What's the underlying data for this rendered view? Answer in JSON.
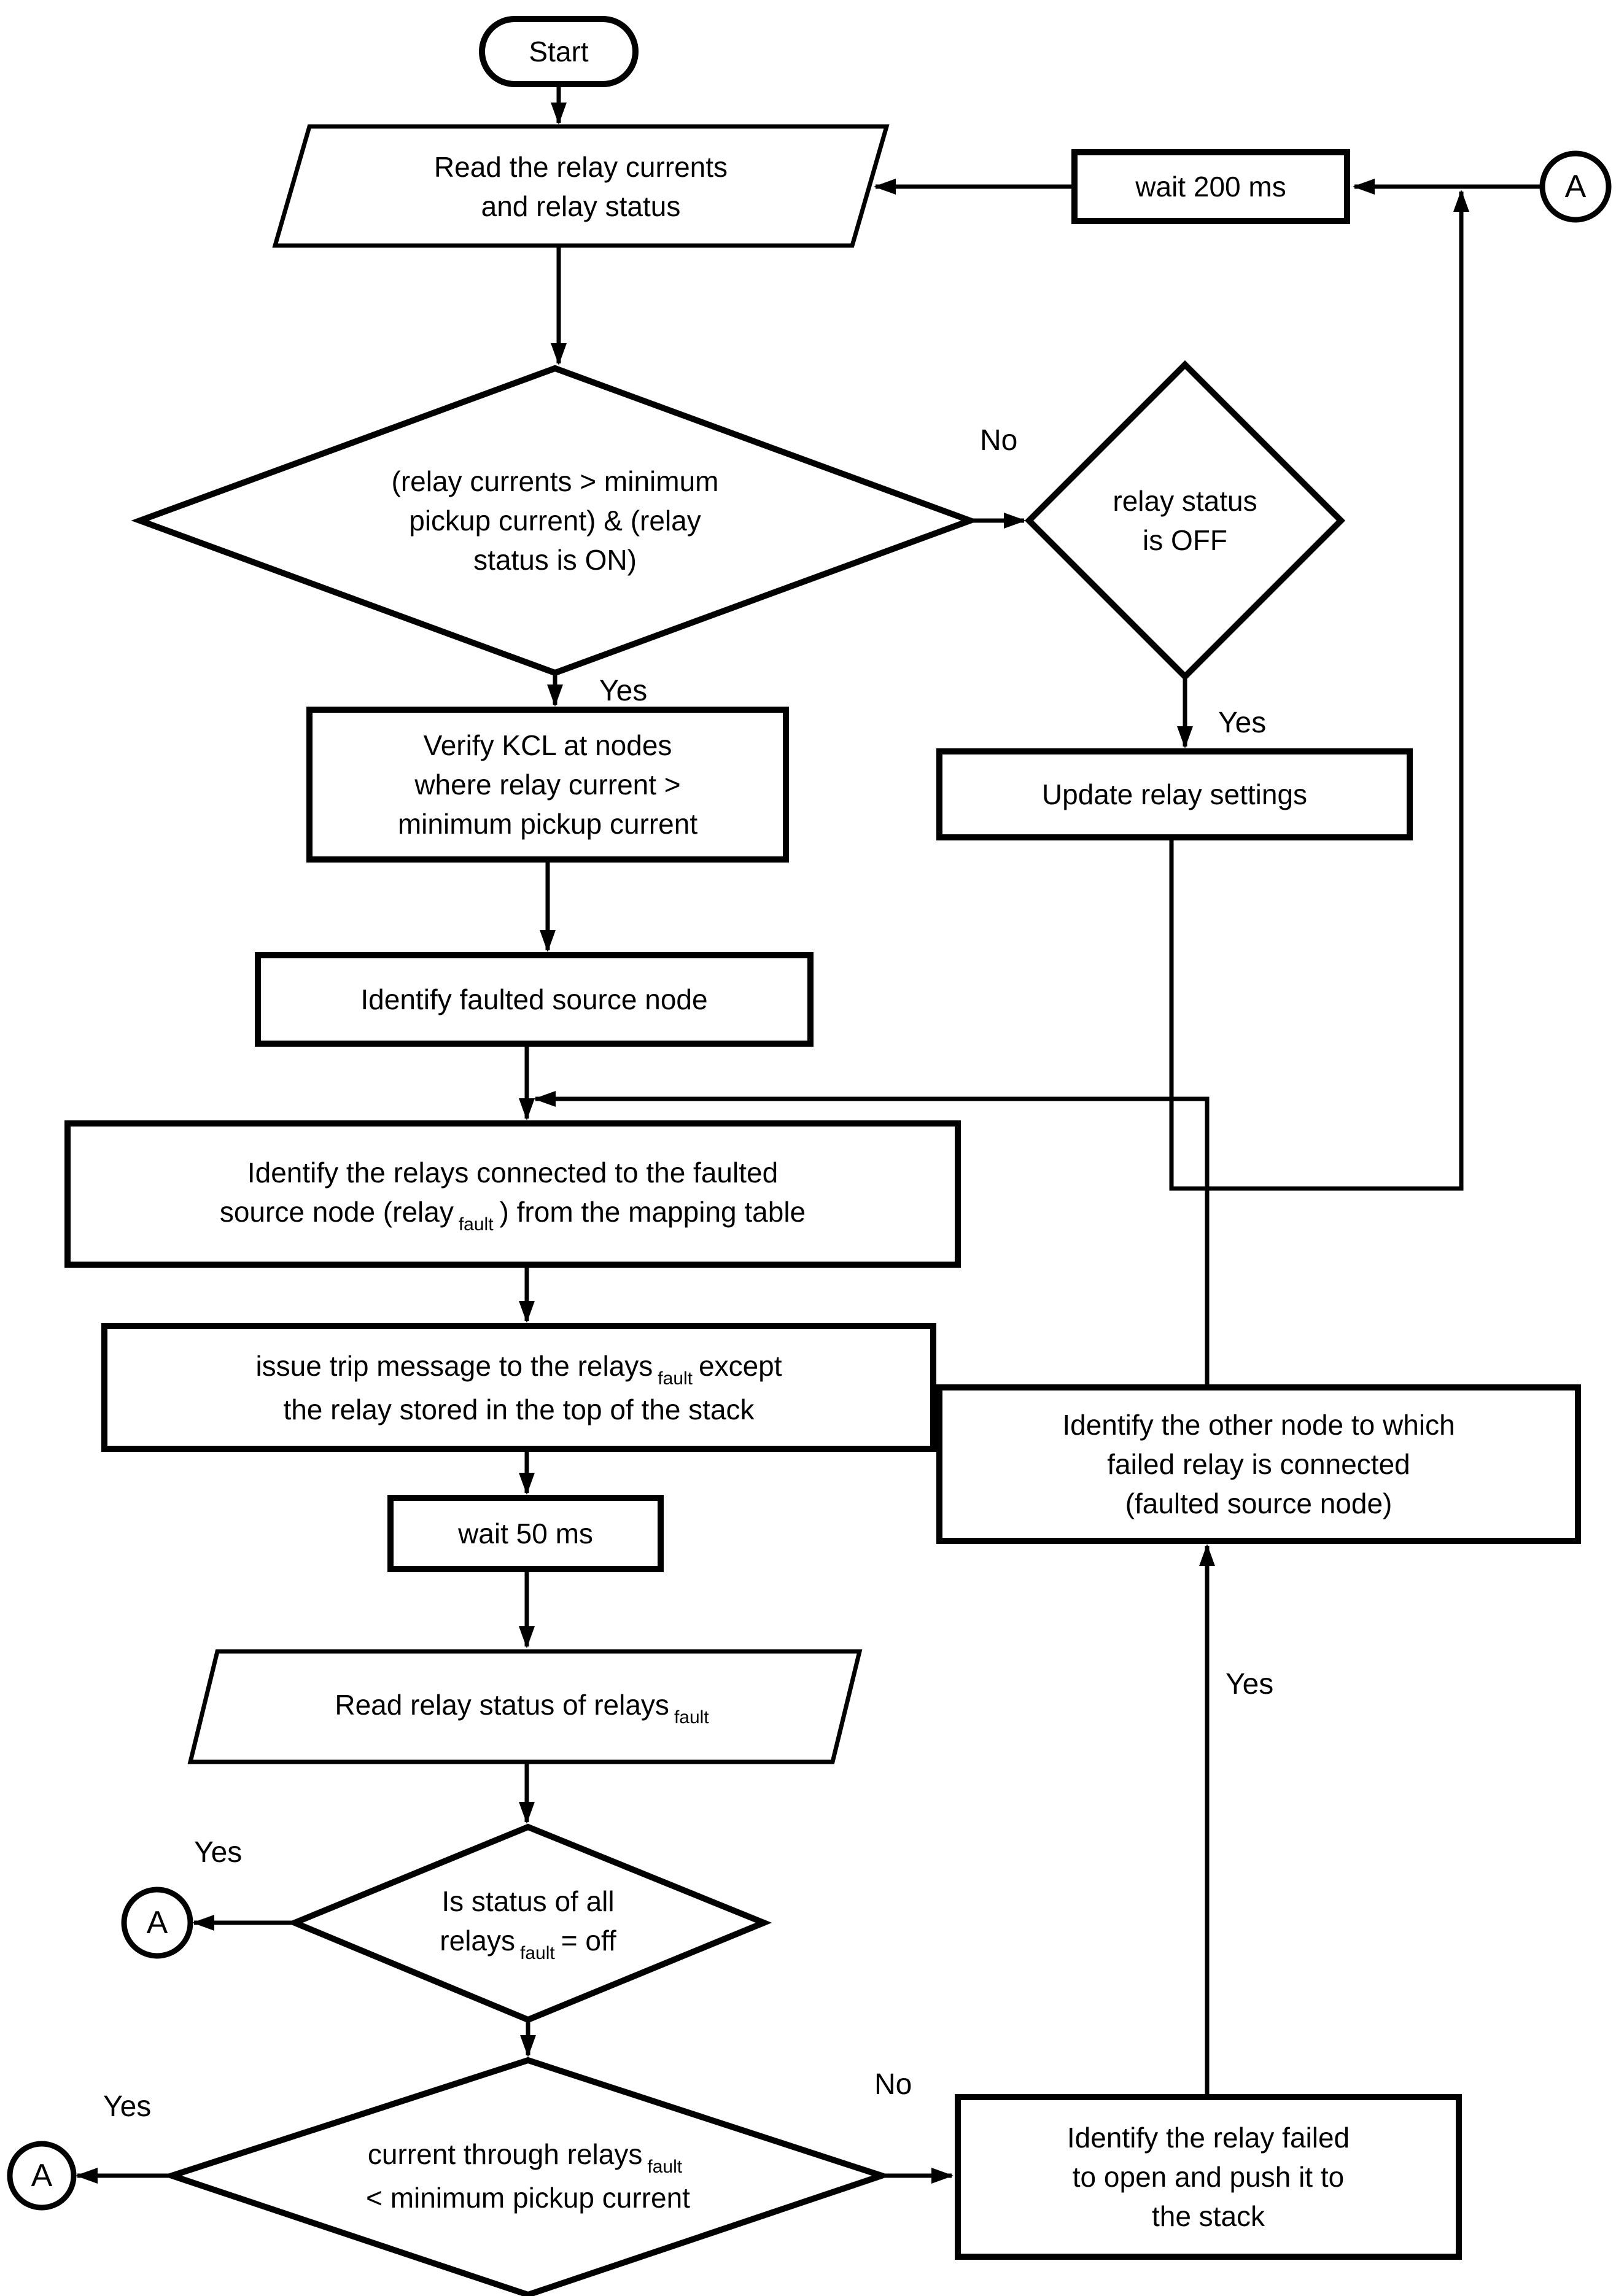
{
  "diagram_type": "flowchart",
  "colors": {
    "line": "#000000",
    "background": "#ffffff",
    "text": "#000000"
  },
  "nodes": {
    "start": {
      "label": "Start"
    },
    "read_currents": {
      "lines": [
        "Read the relay currents",
        "and relay status"
      ]
    },
    "wait_200": {
      "label": "wait 200 ms"
    },
    "connector_a_top": {
      "label": "A"
    },
    "main_decision": {
      "lines": [
        "(relay currents > minimum",
        "pickup current) & (relay",
        "status is ON)"
      ]
    },
    "relay_off_decision": {
      "lines": [
        "relay status",
        "is OFF"
      ]
    },
    "update_settings": {
      "label": "Update relay settings"
    },
    "verify_kcl": {
      "lines": [
        "Verify KCL at nodes",
        "where relay current >",
        "minimum pickup current"
      ]
    },
    "identify_faulted": {
      "label": "Identify faulted source node"
    },
    "identify_relays": {
      "line1": "Identify the relays connected to the faulted",
      "line2_pre": "source node (relay",
      "line2_sub": "fault",
      "line2_post": ") from the mapping table"
    },
    "issue_trip": {
      "line1_pre": "issue trip message  to the relays",
      "line1_sub": "fault",
      "line1_post": "except",
      "line2": "the relay stored in the top of the stack"
    },
    "wait_50": {
      "label": "wait 50 ms"
    },
    "read_status": {
      "pre": "Read relay status of relays",
      "sub": "fault"
    },
    "all_off_decision": {
      "line1": "Is status of all",
      "line2_pre": "relays",
      "line2_sub": "fault",
      "line2_post": "= off"
    },
    "connector_a_left": {
      "label": "A"
    },
    "current_decision": {
      "line1_pre": "current through relays",
      "line1_sub": "fault",
      "line2": "< minimum pickup current"
    },
    "connector_a_bottom": {
      "label": "A"
    },
    "identify_failed": {
      "lines": [
        "Identify the relay failed",
        "to open and push it to",
        "the stack"
      ]
    },
    "identify_other": {
      "lines": [
        "Identify the other node to which",
        "failed relay is connected",
        "(faulted source node)"
      ]
    }
  },
  "edge_labels": {
    "no_main": "No",
    "yes_main": "Yes",
    "yes_relay_off": "Yes",
    "yes_all_off": "Yes",
    "yes_current": "Yes",
    "no_current": "No",
    "yes_push_loop": "Yes"
  }
}
